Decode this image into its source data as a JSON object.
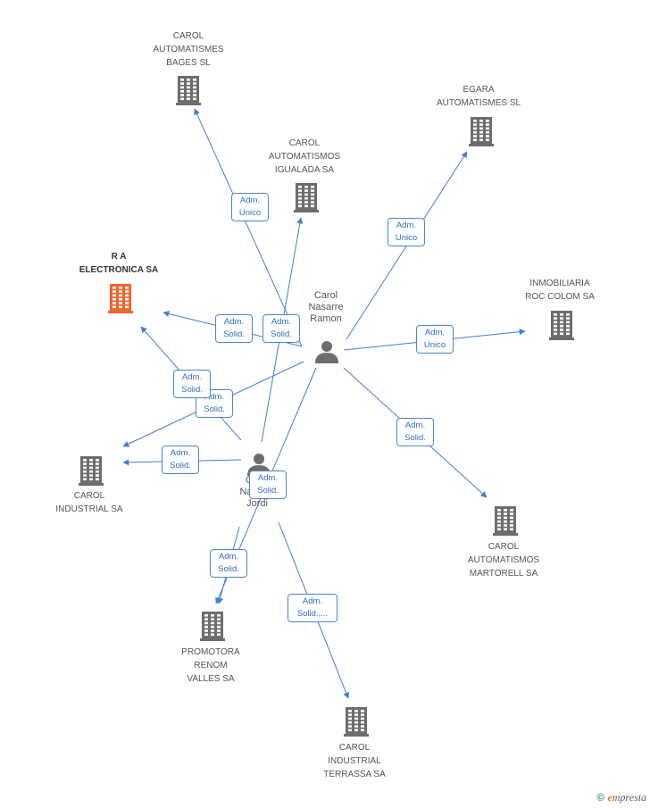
{
  "colors": {
    "edge": "#3f7fd4",
    "company": "#6d6d6d",
    "main_company": "#f0642f",
    "person": "#6d6d6d",
    "badge_border": "#4a86d0",
    "badge_text": "#2f6fbe"
  },
  "nodes": [
    {
      "id": "bages",
      "type": "company",
      "label": "CAROL\nAUTOMATISMES\nBAGES SL"
    },
    {
      "id": "egara",
      "type": "company",
      "label": "EGARA\nAUTOMATISMES SL"
    },
    {
      "id": "igualada",
      "type": "company",
      "label": "CAROL\nAUTOMATISMOS\nIGUALADA SA"
    },
    {
      "id": "ra",
      "type": "main",
      "label": "R A\nELECTRONICA SA"
    },
    {
      "id": "rocolom",
      "type": "company",
      "label": "INMOBILIARIA\nROC COLOM SA"
    },
    {
      "id": "ramon",
      "type": "person",
      "label": "Carol\nNasarre\nRamon"
    },
    {
      "id": "jordi",
      "type": "person",
      "label": "Carol\nNasarre\nJordi"
    },
    {
      "id": "industrial",
      "type": "company",
      "label": "CAROL\nINDUSTRIAL SA"
    },
    {
      "id": "martorell",
      "type": "company",
      "label": "CAROL\nAUTOMATISMOS\nMARTORELL SA"
    },
    {
      "id": "promotora",
      "type": "company",
      "label": "PROMOTORA\nRENOM\nVALLES SA"
    },
    {
      "id": "terrassa",
      "type": "company",
      "label": "CAROL\nINDUSTRIAL\nTERRASSA SA"
    }
  ],
  "edges": [
    {
      "from": "ramon",
      "to": "bages",
      "label": "Adm.\nUnico"
    },
    {
      "from": "ramon",
      "to": "egara",
      "label": "Adm.\nUnico"
    },
    {
      "from": "ramon",
      "to": "ra",
      "label": "Adm.\nSolid."
    },
    {
      "from": "ramon",
      "to": "rocolom",
      "label": "Adm.\nUnico"
    },
    {
      "from": "ramon",
      "to": "industrial",
      "label": "Adm.\nSolid."
    },
    {
      "from": "ramon",
      "to": "martorell",
      "label": "Adm.\nSolid."
    },
    {
      "from": "ramon",
      "to": "promotora",
      "label": "Adm.\nSolid."
    },
    {
      "from": "jordi",
      "to": "igualada",
      "label": "Adm.\nSolid."
    },
    {
      "from": "jordi",
      "to": "ra",
      "label": "Adm.\nSolid."
    },
    {
      "from": "jordi",
      "to": "industrial",
      "label": "Adm.\nSolid."
    },
    {
      "from": "jordi",
      "to": "promotora",
      "label": "Adm.\nSolid."
    },
    {
      "from": "jordi",
      "to": "terrassa",
      "label": "Adm.\nSolid.,..."
    }
  ],
  "footer": {
    "copyright": "©",
    "brand_initial": "e",
    "brand_rest": "mpresia"
  }
}
